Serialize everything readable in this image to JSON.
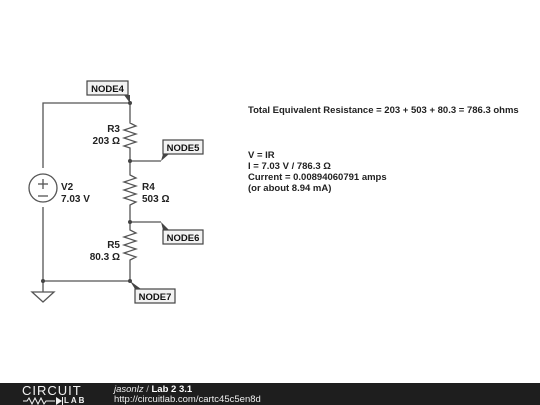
{
  "nodes": {
    "node4": "NODE4",
    "node5": "NODE5",
    "node6": "NODE6",
    "node7": "NODE7"
  },
  "components": {
    "r3": {
      "name": "R3",
      "value": "203 Ω"
    },
    "r4": {
      "name": "R4",
      "value": "503 Ω"
    },
    "r5": {
      "name": "R5",
      "value": "80.3 Ω"
    },
    "v2": {
      "name": "V2",
      "value": "7.03 V"
    }
  },
  "notes": {
    "resistance": "Total Equivalent Resistance = 203 + 503 + 80.3 = 786.3 ohms",
    "ohms_law": "V = IR",
    "current_eq": "I = 7.03 V / 786.3 Ω",
    "current_val": "Current = 0.00894060791 amps",
    "current_approx": "(or about 8.94 mA)"
  },
  "footer": {
    "logo_top": "CIRCUIT",
    "logo_bottom": "LAB",
    "author": "jasonlz",
    "separator": " / ",
    "title": "Lab 2 3.1",
    "url": "http://circuitlab.com/cartc45c5en8d"
  },
  "colors": {
    "wire": "#555555",
    "tag_fill": "#f2f2f2",
    "footer_bg": "#1e1e1e"
  }
}
